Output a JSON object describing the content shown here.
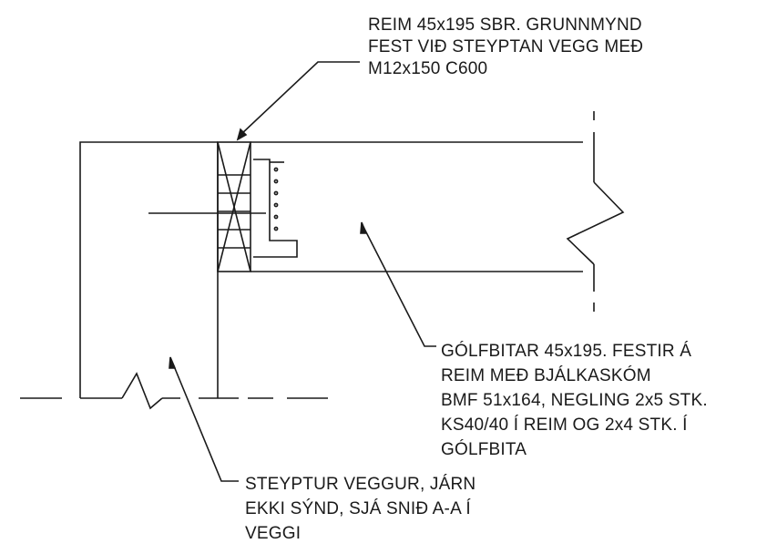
{
  "annotations": {
    "reim": {
      "lines": [
        "REIM 45x195 SBR. GRUNNMYND",
        "FEST VIÐ STEYPTAN VEGG MEÐ",
        "M12x150 C600"
      ]
    },
    "golfbitar": {
      "lines": [
        "GÓLFBITAR 45x195. FESTIR Á",
        "REIM MEÐ BJÁLKASKÓM",
        "BMF 51x164, NEGLING 2x5 STK.",
        "KS40/40 Í REIM OG 2x4 STK. Í",
        "GÓLFBITA"
      ]
    },
    "veggur": {
      "lines": [
        "STEYPTUR VEGGUR, JÁRN",
        "EKKI SÝND, SJÁ SNIÐ A-A Í",
        "VEGGI"
      ]
    }
  }
}
